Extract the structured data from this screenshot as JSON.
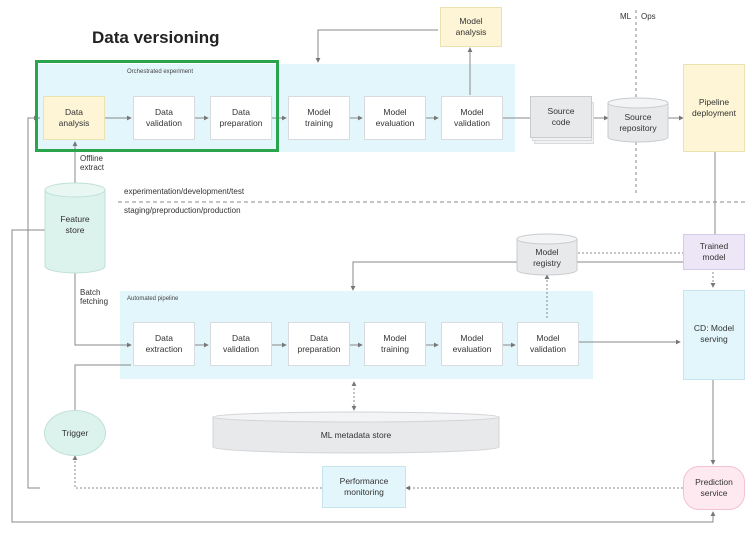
{
  "title": "Data versioning",
  "labels": {
    "ml": "ML",
    "ops": "Ops",
    "orchestrated_experiment": "Orchestrated experiment",
    "automated_pipeline": "Automated pipeline",
    "exp_dev_test": "experimentation/development/test",
    "staging_prod": "staging/preproduction/production",
    "offline_extract": "Offline\nextract",
    "batch_fetching": "Batch\nfetching"
  },
  "experiment_steps": {
    "data_analysis": "Data\nanalysis",
    "data_validation": "Data\nvalidation",
    "data_preparation": "Data\npreparation",
    "model_training": "Model\ntraining",
    "model_evaluation": "Model\nevaluation",
    "model_validation": "Model\nvalidation"
  },
  "model_analysis": "Model\nanalysis",
  "source_code": "Source\ncode",
  "source_repository": "Source\nrepository",
  "pipeline_deployment": "Pipeline\ndeployment",
  "feature_store": "Feature\nstore",
  "model_registry": "Model\nregistry",
  "trained_model": "Trained\nmodel",
  "pipeline_steps": {
    "data_extraction": "Data\nextraction",
    "data_validation": "Data\nvalidation",
    "data_preparation": "Data\npreparation",
    "model_training": "Model\ntraining",
    "model_evaluation": "Model\nevaluation",
    "model_validation": "Model\nvalidation"
  },
  "cd_model_serving": "CD: Model\nserving",
  "ml_metadata_store": "ML metadata store",
  "trigger": "Trigger",
  "performance_monitoring": "Performance\nmonitoring",
  "prediction_service": "Prediction\nservice",
  "colors": {
    "highlight": "#2aa54e",
    "region": "#e3f6fb",
    "yellow": "#fdf5d6",
    "pink": "#fde9ef",
    "cylinder": "#e8e9eb"
  }
}
